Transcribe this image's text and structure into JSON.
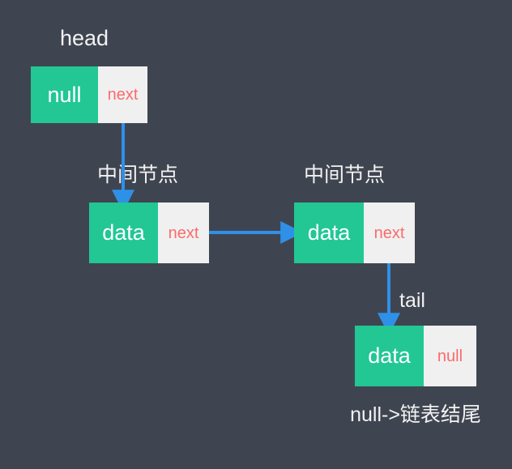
{
  "diagram": {
    "title": "Linked list structure diagram",
    "background_color": "#3f4550",
    "colors": {
      "data_cell": "#22c794",
      "pointer_cell": "#f0f0f0",
      "pointer_text": "#fc6b6b",
      "arrow": "#2f90e8",
      "label_text": "#f2f2f2"
    }
  },
  "labels": {
    "head": "head",
    "middle_node_1": "中间节点",
    "middle_node_2": "中间节点",
    "tail": "tail",
    "caption": "null->链表结尾"
  },
  "nodes": [
    {
      "id": "head-node",
      "data_value": "null",
      "pointer_value": "next"
    },
    {
      "id": "middle-node-1",
      "data_value": "data",
      "pointer_value": "next"
    },
    {
      "id": "middle-node-2",
      "data_value": "data",
      "pointer_value": "next"
    },
    {
      "id": "tail-node",
      "data_value": "data",
      "pointer_value": "null"
    }
  ],
  "arrows": [
    {
      "id": "arrow-head-to-middle1",
      "direction": "down"
    },
    {
      "id": "arrow-middle1-to-middle2",
      "direction": "right"
    },
    {
      "id": "arrow-middle2-to-tail",
      "direction": "down"
    }
  ]
}
